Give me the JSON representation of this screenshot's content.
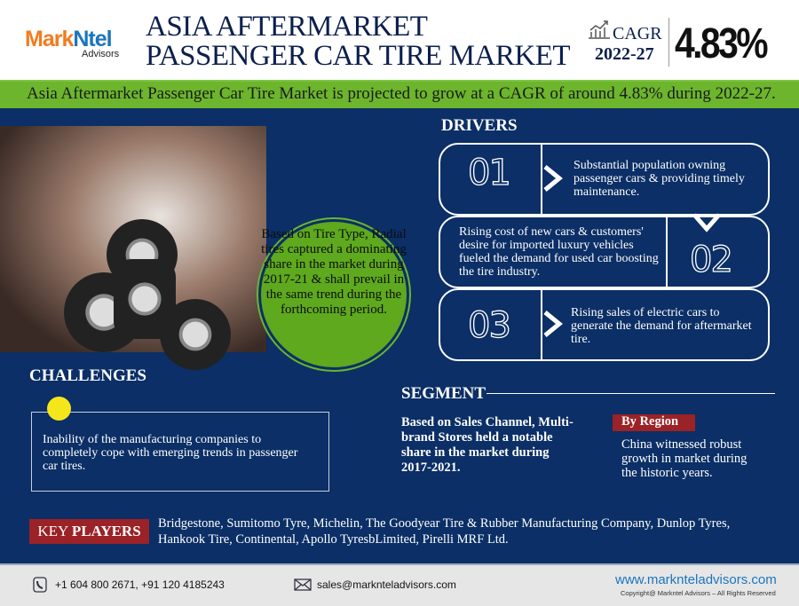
{
  "header": {
    "logo_brand_a": "Mark",
    "logo_brand_b": "Ntel",
    "logo_sub": "Advisors",
    "title": "ASIA AFTERMARKET PASSENGER CAR TIRE MARKET",
    "cagr_label": "CAGR",
    "cagr_years": "2022-27",
    "cagr_value": "4.83%"
  },
  "banner": "Asia Aftermarket Passenger Car Tire Market is projected to grow at a CAGR of around 4.83% during 2022-27.",
  "highlight": "Based on Tire Type, Radial tires captured a dominating share in the market during 2017-21 & shall prevail in the same trend during the forthcoming period.",
  "drivers": {
    "heading": "DRIVERS",
    "items": [
      {
        "num": "01",
        "text": "Substantial population owning passenger cars & providing timely maintenance."
      },
      {
        "num": "02",
        "text": "Rising cost of new cars & customers' desire for imported luxury vehicles fueled the demand for used car boosting the tire industry."
      },
      {
        "num": "03",
        "text": "Rising sales of electric cars to generate the demand for aftermarket tire."
      }
    ]
  },
  "challenges": {
    "heading": "CHALLENGES",
    "text": "Inability of the manufacturing companies to completely cope with emerging trends in passenger car tires."
  },
  "segment": {
    "heading": "SEGMENT",
    "sales_channel": "Based on Sales Channel, Multi-brand Stores held a notable share in the market during 2017-2021.",
    "region_label": "By Region",
    "region_text": "China witnessed robust growth in market during the historic years."
  },
  "key_players": {
    "label_a": "KEY",
    "label_b": "PLAYERS",
    "text": "Bridgestone, Sumitomo Tyre, Michelin, The Goodyear Tire & Rubber Manufacturing Company, Dunlop Tyres, Hankook Tire, Continental, Apollo TyresbLimited, Pirelli MRF Ltd."
  },
  "footer": {
    "phone": "+1 604 800 2671, +91 120 4185243",
    "email": "sales@marknteladvisors.com",
    "website": "www.marknteladvisors.com",
    "copyright": "Copyright@ Markntel Advisors – All Rights Reserved"
  }
}
